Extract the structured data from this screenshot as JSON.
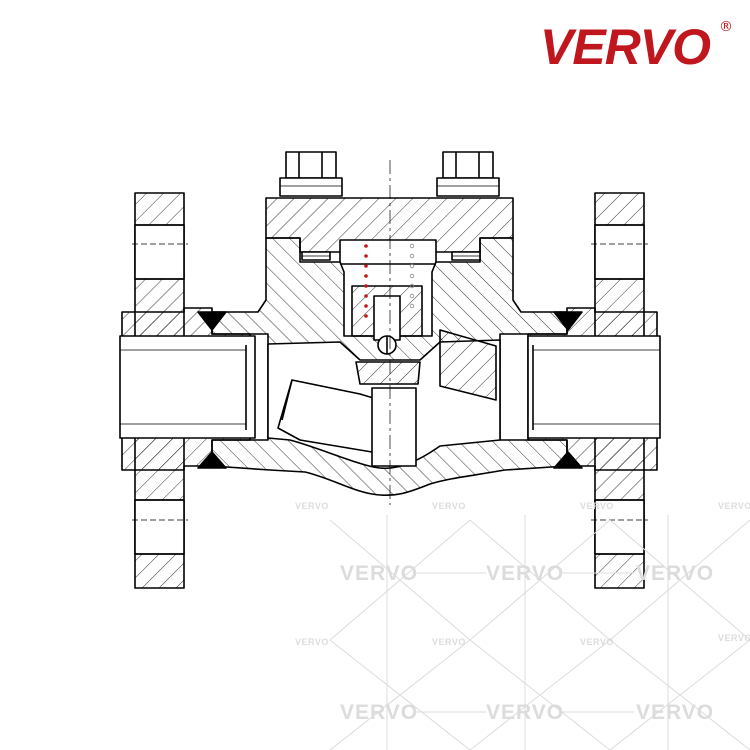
{
  "brand": {
    "name": "VERVO",
    "registered_mark": "®",
    "color": "#c0161d"
  },
  "watermark": {
    "text": "VERVO",
    "color": "#dcdcdc"
  },
  "drawing": {
    "subject": "forged steel flanged swing check valve cross-section",
    "line_color": "#000000",
    "accent_color": "#c0161d"
  }
}
